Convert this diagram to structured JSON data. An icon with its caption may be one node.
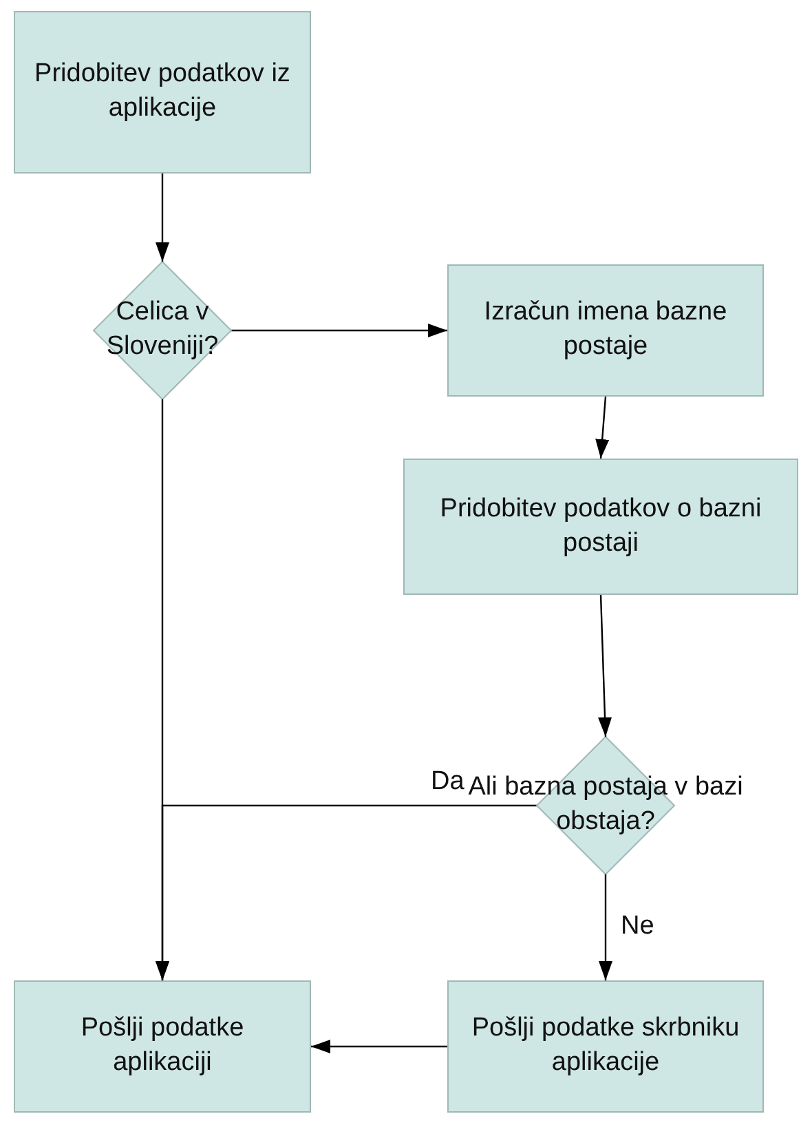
{
  "diagram": {
    "nodes": [
      {
        "text": [
          "Pridobitev podatkov iz aplikacije"
        ]
      },
      {
        "text": [
          "Celica v Sloveniji?"
        ]
      },
      {
        "text": [
          "Izračun imena bazne postaje"
        ]
      },
      {
        "text": [
          "Pridobitev podatkov o bazni postaji"
        ]
      },
      {
        "text": [
          "Ali bazna postaja v bazi obstaja?"
        ]
      },
      {
        "text": [
          "Pošlji podatke aplikaciji"
        ]
      },
      {
        "text": [
          "Pošlji podatke skrbniku aplikacije"
        ]
      }
    ],
    "edges": [
      {
        "from": 0,
        "to": 1,
        "arrow": "to"
      },
      {
        "from": 1,
        "to": 2,
        "arrow": "to"
      },
      {
        "from": 2,
        "to": 3,
        "arrow": "to"
      },
      {
        "from": 3,
        "to": 4,
        "arrow": "to"
      },
      {
        "from": 4,
        "to": 5,
        "arrow": "to",
        "label": "Da"
      },
      {
        "from": 1,
        "to": 5,
        "arrow": "to"
      },
      {
        "from": 4,
        "to": 6,
        "arrow": "to",
        "label": "Ne"
      },
      {
        "from": 6,
        "to": 5,
        "arrow": "to"
      }
    ]
  }
}
